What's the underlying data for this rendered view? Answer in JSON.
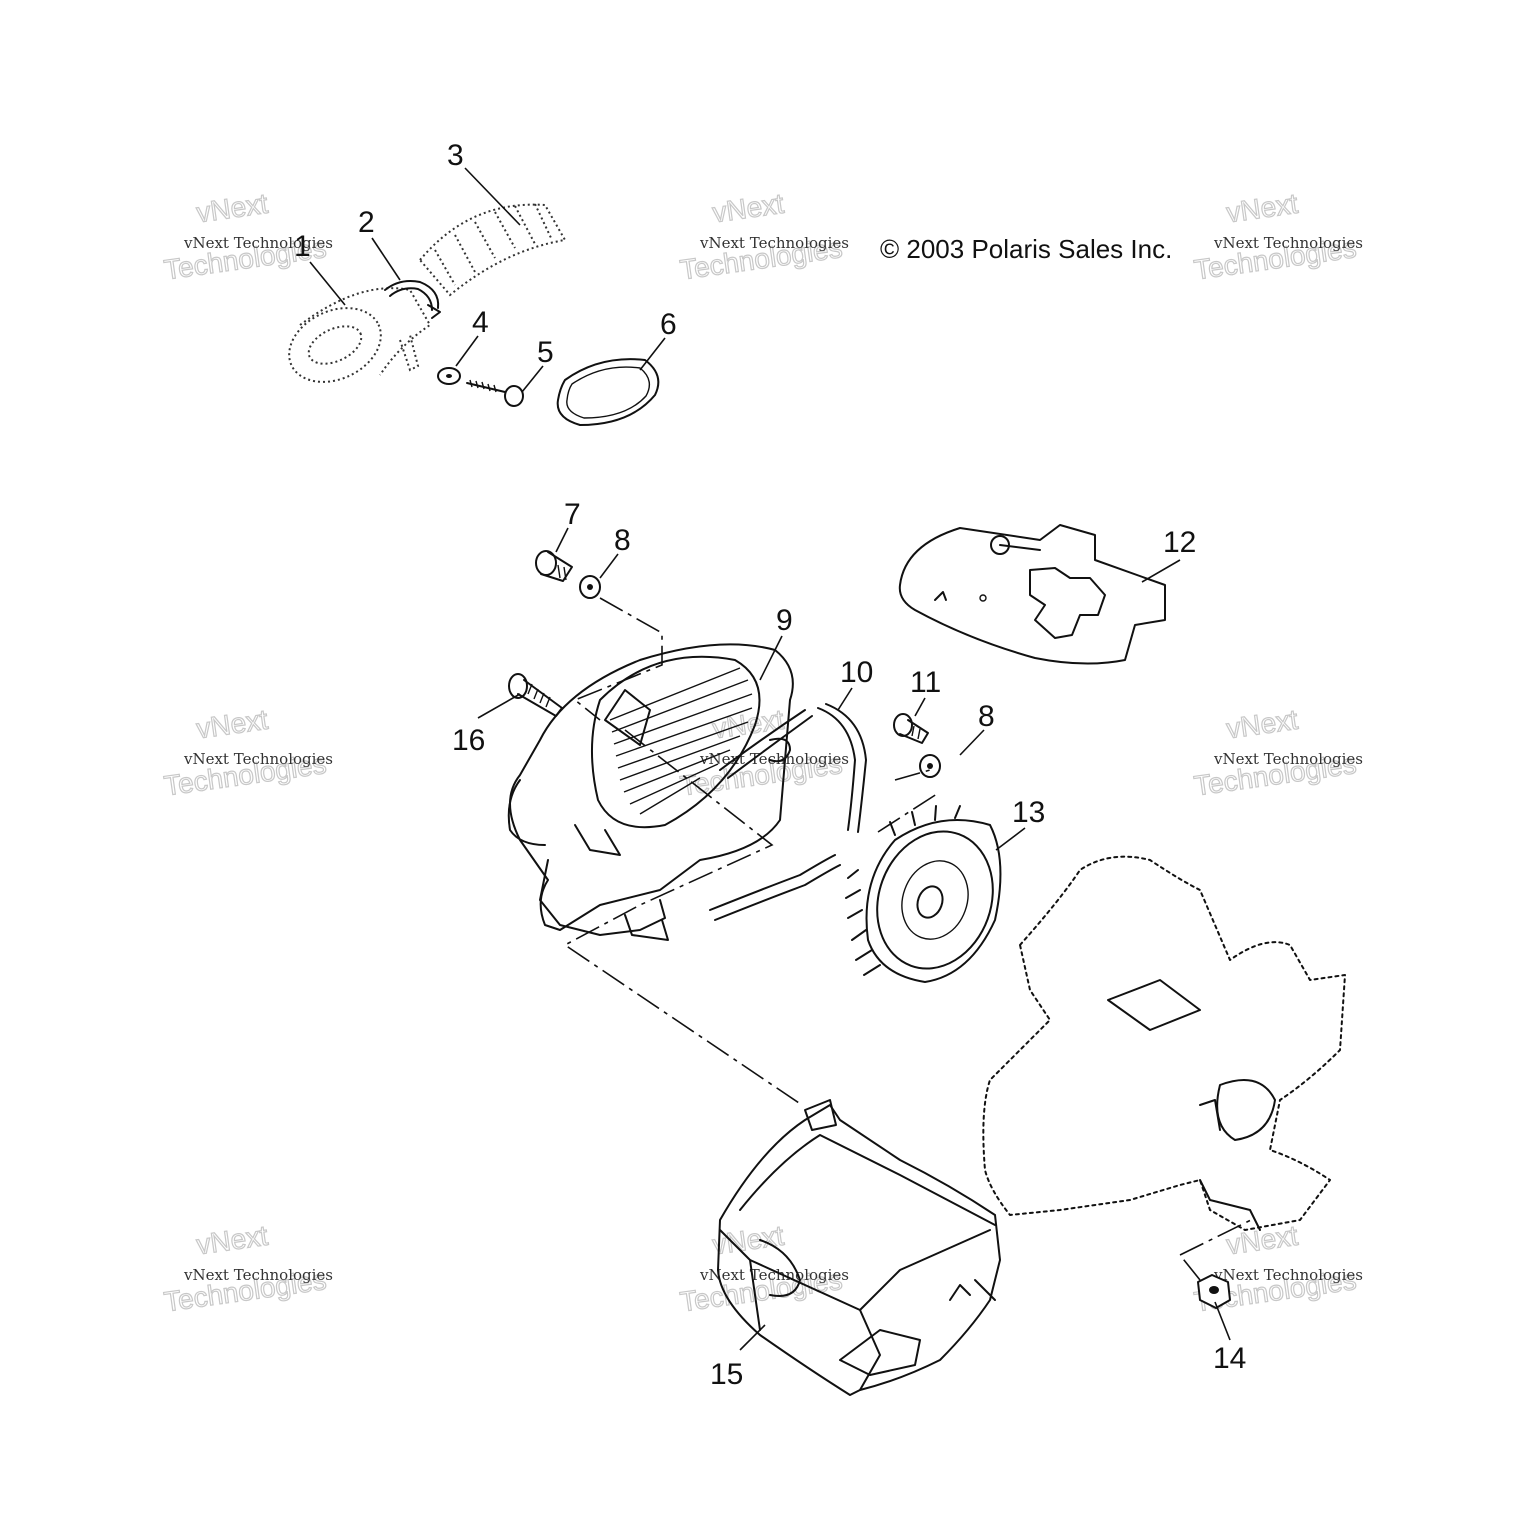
{
  "copyright": "© 2003 Polaris Sales Inc.",
  "watermark": {
    "line1": "vNext Technologies",
    "line2": "vNext",
    "line3": "Technologies"
  },
  "callouts": [
    "1",
    "2",
    "3",
    "4",
    "5",
    "6",
    "7",
    "8",
    "9",
    "10",
    "11",
    "8",
    "12",
    "13",
    "14",
    "15",
    "16"
  ],
  "parts": [
    "duct",
    "hose-clamp",
    "corrugated-hose",
    "washer",
    "screw",
    "gasket-ring",
    "bolt",
    "washer",
    "fan-shroud",
    "tube",
    "bolt",
    "washer",
    "gasket-plate",
    "fan-wheel",
    "nut",
    "cylinder-cover",
    "screw"
  ]
}
